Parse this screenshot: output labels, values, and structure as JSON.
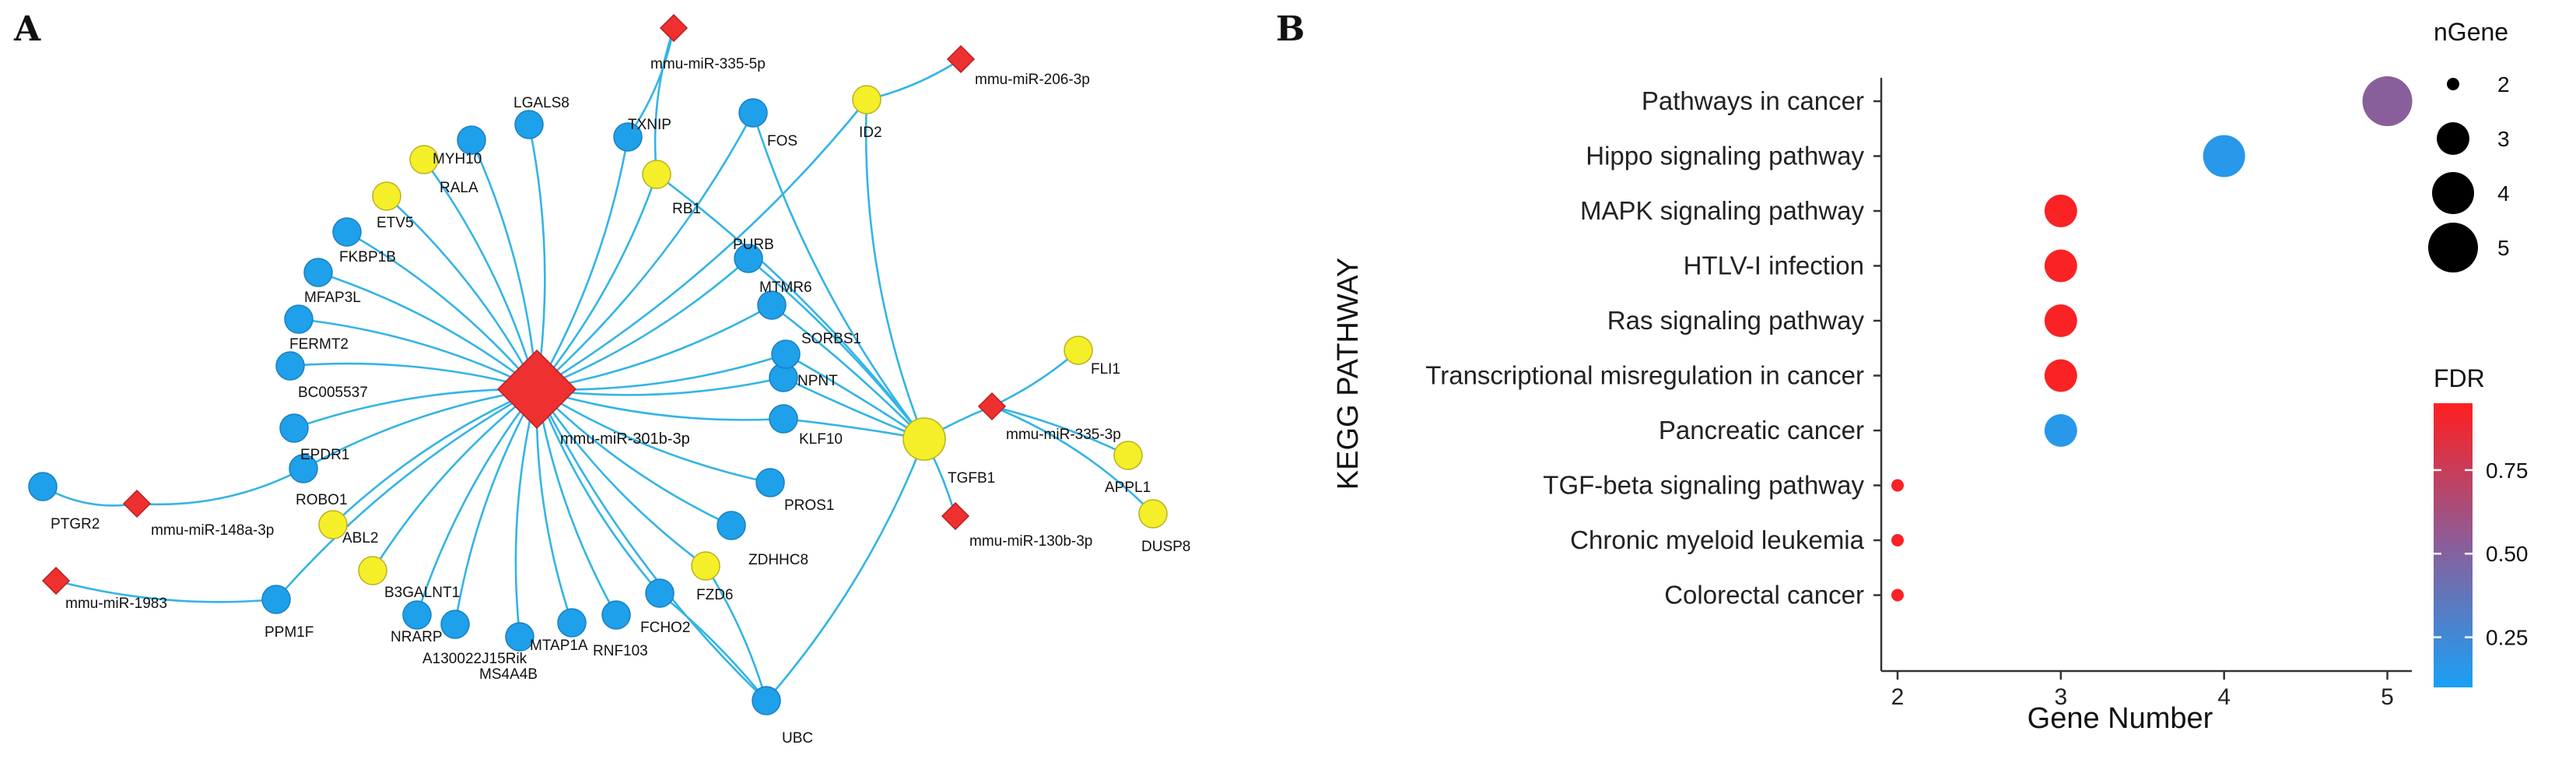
{
  "figure": {
    "panel_a": "A",
    "panel_b": "B"
  },
  "network": {
    "colors": {
      "edge": "#33b4e6",
      "mrna": "#1ea0ea",
      "mrna_stroke": "#1a7fc0",
      "hub_gene": "#f5ef2a",
      "hub_stroke": "#b8b21a",
      "mirna": "#ee3030",
      "mirna_stroke": "#b81f1f"
    },
    "mirnas": [
      "mmu-miR-335-5p",
      "mmu-miR-206-3p",
      "mmu-miR-301b-3p",
      "mmu-miR-335-3p",
      "mmu-miR-130b-3p",
      "mmu-miR-148a-3p",
      "mmu-miR-1983"
    ],
    "genes": [
      "TXNIP",
      "LGALS8",
      "MYH10",
      "RALA",
      "ETV5",
      "FKBP1B",
      "MFAP3L",
      "FERMT2",
      "BC005537",
      "EPDR1",
      "ROBO1",
      "ABL2",
      "B3GALNT1",
      "NRARP",
      "A130022J15Rik",
      "MS4A4B",
      "MTAP1A",
      "RNF103",
      "FCHO2",
      "FZD6",
      "ZDHHC8",
      "PROS1",
      "KLF10",
      "NPNT",
      "SORBS1",
      "MTMR6",
      "PURB",
      "RB1",
      "FOS",
      "ID2",
      "TGFB1",
      "FLI1",
      "APPL1",
      "DUSP8",
      "UBC",
      "PTGR2",
      "PPM1F"
    ]
  },
  "chart_data": {
    "type": "scatter",
    "title": "",
    "xlabel": "Gene Number",
    "ylabel": "KEGG PATHWAY",
    "xlim": [
      1.9,
      5.15
    ],
    "xticks": [
      2,
      3,
      4,
      5
    ],
    "categories": [
      "Pathways in cancer",
      "Hippo signaling pathway",
      "MAPK signaling pathway",
      "HTLV-I infection",
      "Ras signaling pathway",
      "Transcriptional misregulation in cancer",
      "Pancreatic cancer",
      "TGF-beta signaling pathway",
      "Chronic myeloid leukemia",
      "Colorectal cancer"
    ],
    "x": [
      5,
      4,
      3,
      3,
      3,
      3,
      3,
      2,
      2,
      2
    ],
    "ngene": [
      5,
      4,
      3,
      3,
      3,
      3,
      3,
      2,
      2,
      2
    ],
    "fdr": [
      0.52,
      0.15,
      0.93,
      0.93,
      0.93,
      0.93,
      0.15,
      0.93,
      0.93,
      0.93
    ],
    "size_legend": {
      "title": "nGene",
      "values": [
        2,
        3,
        4,
        5
      ]
    },
    "color_legend": {
      "title": "FDR",
      "ticks": [
        0.75,
        0.5,
        0.25
      ],
      "tick_labels": [
        "0.75",
        "0.50",
        "0.25"
      ],
      "range": [
        0.1,
        0.95
      ],
      "low_color": "#1aa0f5",
      "mid_color": "#8a5e9a",
      "high_color": "#ff1f1f"
    },
    "grid": false,
    "legend_position": "right"
  }
}
